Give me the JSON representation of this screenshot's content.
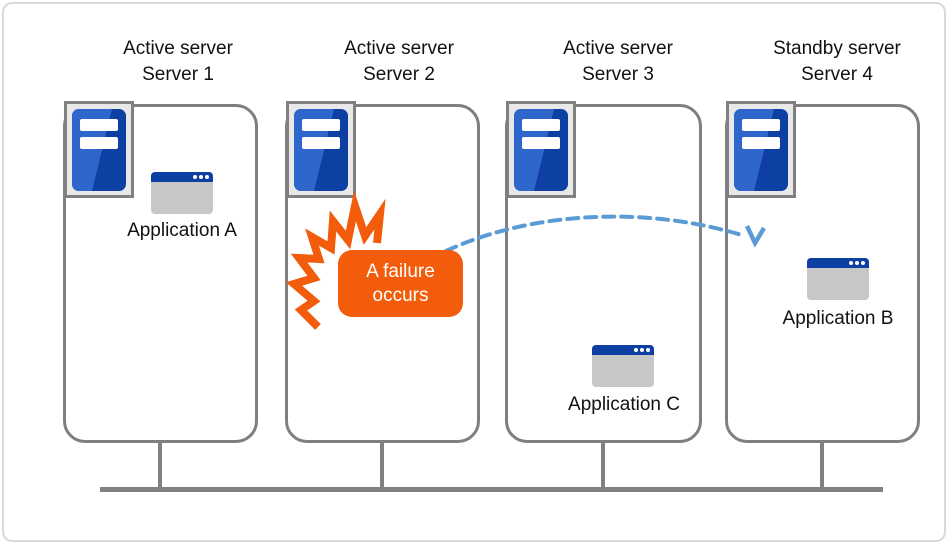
{
  "diagram": {
    "servers": [
      {
        "role": "Active server",
        "name": "Server 1",
        "app": "Application A"
      },
      {
        "role": "Active server",
        "name": "Server 2",
        "event": "A failure occurs"
      },
      {
        "role": "Active server",
        "name": "Server 3",
        "app": "Application C"
      },
      {
        "role": "Standby server",
        "name": "Server 4",
        "app": "Application B"
      }
    ],
    "failure_label": "A failure occurs"
  },
  "icons": {
    "server_tower": "server-tower-icon",
    "app_window": "app-window-icon",
    "failure_burst": "failure-burst-icon",
    "failover_arrow": "failover-arrow-icon",
    "network_bus": "network-bus-line"
  },
  "colors": {
    "server_blue_dark": "#0e3fa3",
    "server_blue_light": "#2f66cc",
    "box_border_gray": "#7f7f7f",
    "holder_gray": "#e8e8e8",
    "app_window_gray": "#c7c7c7",
    "failure_orange": "#f25c0a",
    "arrow_blue": "#5b9bd5",
    "frame_gray": "#d9d9d9"
  }
}
